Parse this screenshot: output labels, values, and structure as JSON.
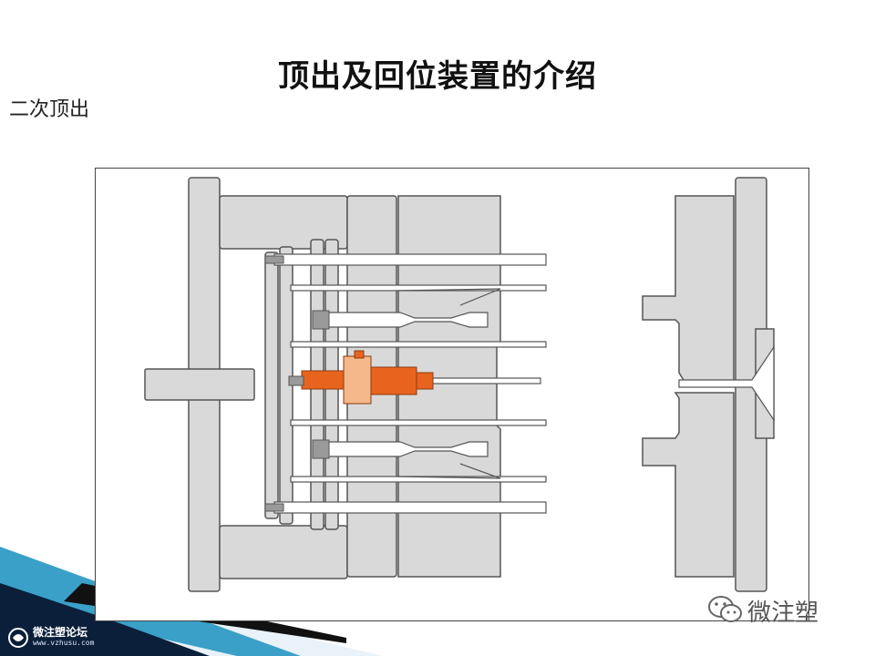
{
  "slide": {
    "title": "顶出及回位装置的介绍",
    "subtitle": "二次顶出"
  },
  "footer": {
    "logo_name": "微注塑论坛",
    "logo_url": "www.vzhusu.com"
  },
  "watermark": {
    "text": "微注塑"
  },
  "colors": {
    "mold_fill": "#d9d9d9",
    "mold_stroke": "#555555",
    "ejector_part": "#e8641e",
    "ejector_part_light": "#f4b88a",
    "decor_blue": "#3aa0c8",
    "decor_dark": "#0b1f3a"
  },
  "icons": [
    "wechat-icon",
    "forum-logo-icon"
  ]
}
